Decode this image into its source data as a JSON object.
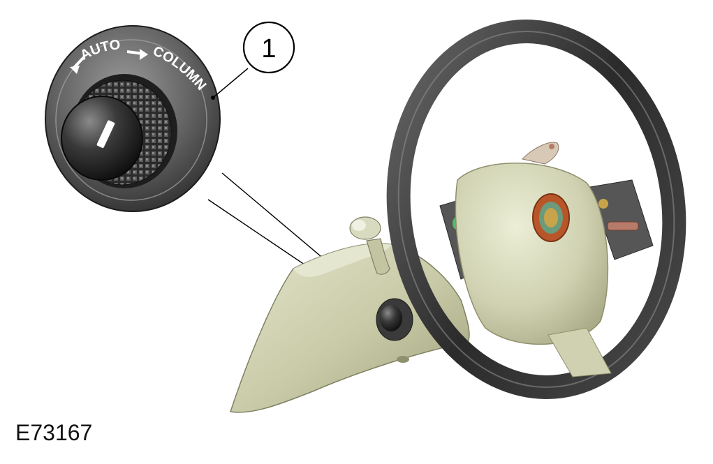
{
  "callout": {
    "number": "1"
  },
  "knob": {
    "ring_text_left": "AUTO",
    "ring_text_right": "COLUMN"
  },
  "figure_id": "E73167",
  "colors": {
    "column_shroud": "#c9cbaa",
    "wheel_rim": "#3a3a3a",
    "knob_ring": "#6a6a6a",
    "badge": "#b8562a"
  }
}
